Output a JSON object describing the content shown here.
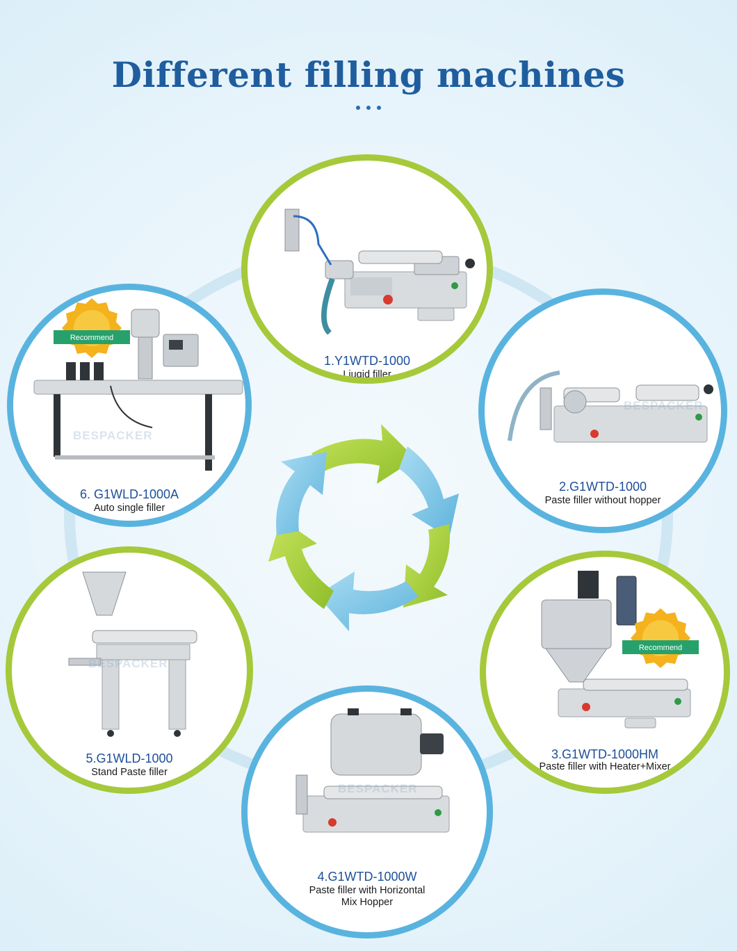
{
  "title": "Different filling machines",
  "watermark": "BESPACKER",
  "badge_label": "Recommend",
  "machines": [
    {
      "model": "1.Y1WTD-1000",
      "description": "Liuqid filler"
    },
    {
      "model": "2.G1WTD-1000",
      "description": "Paste filler without hopper"
    },
    {
      "model": "3.G1WTD-1000HM",
      "description": "Paste filler with Heater+Mixer"
    },
    {
      "model": "4.G1WTD-1000W",
      "description_line1": "Paste filler with Horizontal",
      "description_line2": "Mix Hopper"
    },
    {
      "model": "5.G1WLD-1000",
      "description": "Stand Paste filler"
    },
    {
      "model": "6. G1WLD-1000A",
      "description": "Auto single filler"
    }
  ],
  "colors": {
    "title": "#1f5d9e",
    "ring_green": "#a5c93a",
    "ring_blue": "#59b3df",
    "arrow_green": "#a8cf3c",
    "arrow_blue": "#7cc3e4"
  }
}
